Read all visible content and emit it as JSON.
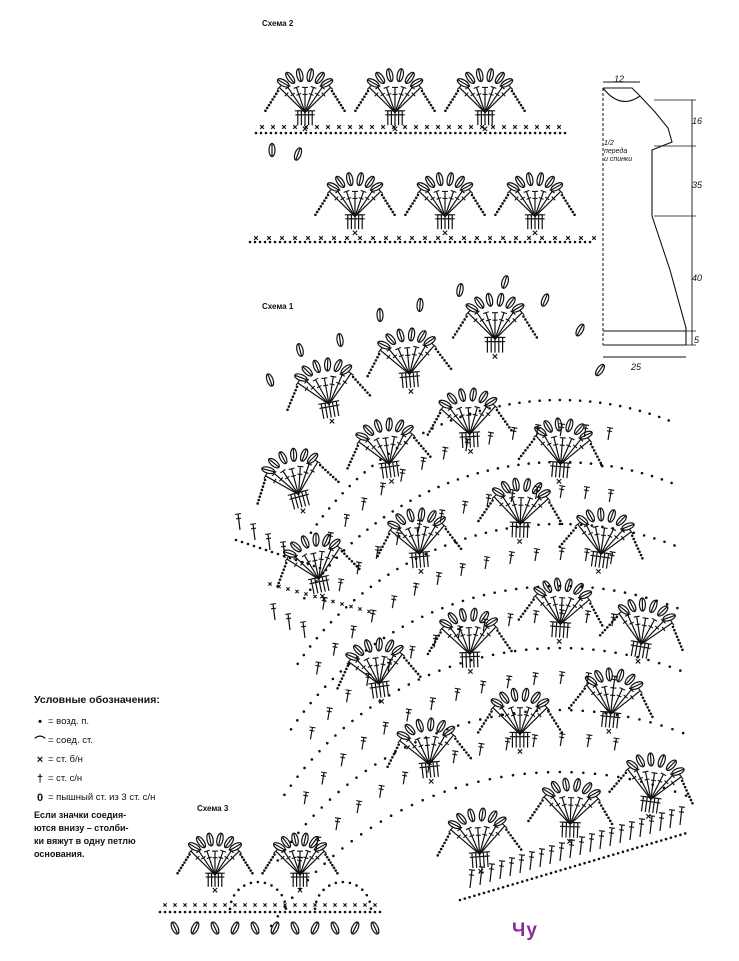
{
  "scheme2_label": "Схема 2",
  "scheme1_label": "Схема 1",
  "scheme3_label": "Схема 3",
  "pattern": {
    "width_top": "12",
    "height_top": "16",
    "height_mid": "35",
    "height_low": "40",
    "height_band": "5",
    "width_bottom": "25",
    "note": "1/2\nпереда\nи спинки"
  },
  "legend": {
    "title": "Условные обозначения:",
    "items": [
      {
        "symbol": "•",
        "text": "= возд. п."
      },
      {
        "symbol": "⌒",
        "text": "= соед. ст."
      },
      {
        "symbol": "×",
        "text": "= ст. б/н"
      },
      {
        "symbol": "†",
        "text": "= ст. с/н"
      },
      {
        "symbol": "0",
        "text": "= пышный ст. из 3 ст. с/н"
      }
    ],
    "note": "Если значки соедия-\nются внизу – столби-\nки вяжут в одну петлю\nоснования."
  },
  "watermark": "Чу",
  "colors": {
    "ink": "#111111",
    "watermark": "#8a2aa0"
  }
}
